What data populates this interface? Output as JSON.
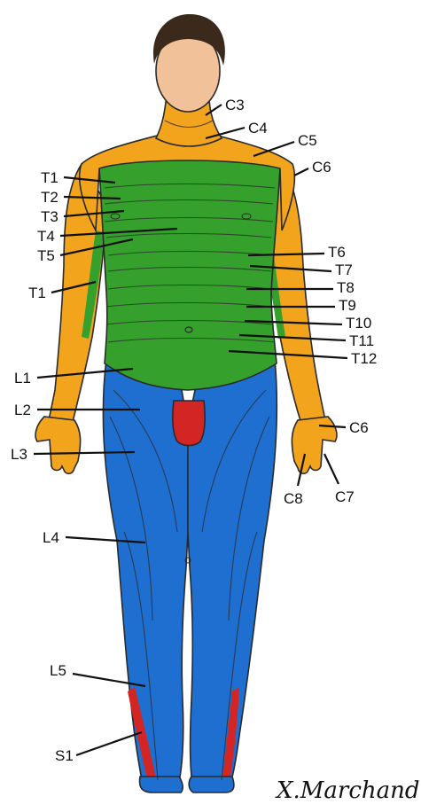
{
  "colors": {
    "cervical": "#f2a51c",
    "thoracic": "#35a12c",
    "lumbar": "#1f6fd1",
    "sacral": "#d42525",
    "skin": "#f1c29a",
    "hair": "#3b2a1c"
  },
  "labels": {
    "C3": "C3",
    "C4": "C4",
    "C5": "C5",
    "C6_shoulder": "C6",
    "T1_upper": "T1",
    "T2": "T2",
    "T3": "T3",
    "T4": "T4",
    "T5": "T5",
    "T1_arm": "T1",
    "T6": "T6",
    "T7": "T7",
    "T8": "T8",
    "T9": "T9",
    "T10": "T10",
    "T11": "T11",
    "T12": "T12",
    "C6_hand": "C6",
    "C7": "C7",
    "C8": "C8",
    "L1": "L1",
    "L2": "L2",
    "L3": "L3",
    "L4": "L4",
    "L5": "L5",
    "S1": "S1"
  },
  "signature": "X.Marchand"
}
